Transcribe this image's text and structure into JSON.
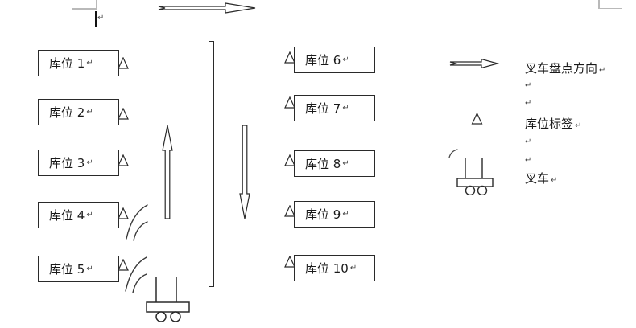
{
  "slots": [
    {
      "label": "库位 1"
    },
    {
      "label": "库位 2"
    },
    {
      "label": "库位 3"
    },
    {
      "label": "库位 4"
    },
    {
      "label": "库位 5"
    },
    {
      "label": "库位 6"
    },
    {
      "label": "库位 7"
    },
    {
      "label": "库位 8"
    },
    {
      "label": "库位 9"
    },
    {
      "label": "库位 10"
    }
  ],
  "legend": [
    {
      "icon": "direction-arrow-icon",
      "label": "叉车盘点方向"
    },
    {
      "icon": "slot-tag-triangle-icon",
      "label": "库位标签"
    },
    {
      "icon": "forklift-icon",
      "label": "叉车"
    }
  ],
  "marks": {
    "return_mark": "↵"
  },
  "colors": {
    "stroke": "#2a2a2a",
    "text": "#1a1a1a",
    "boundary_mark": "#b9b9b9",
    "background": "#ffffff"
  }
}
